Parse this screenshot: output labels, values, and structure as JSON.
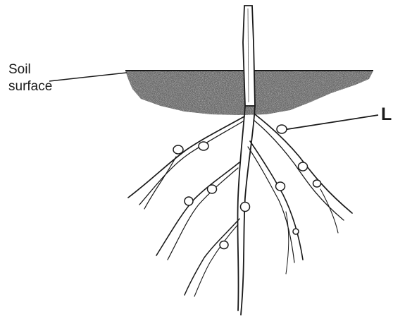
{
  "labels": {
    "soil_line1": "Soil",
    "soil_line2": "surface",
    "structure": "L"
  },
  "colors": {
    "ink": "#1a1a1a",
    "soil": "#3a3a3a",
    "background": "#ffffff"
  }
}
